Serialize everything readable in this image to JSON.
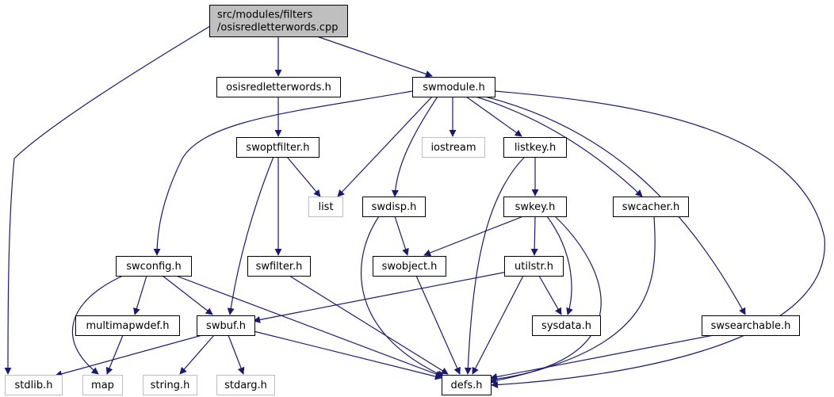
{
  "colors": {
    "edge": "#191970",
    "node_border": "#000000",
    "node_border_external": "#bfbfbf",
    "root_fill": "#bfbfbf",
    "node_fill": "#ffffff",
    "text": "#000000"
  },
  "nodes": [
    {
      "id": "root",
      "lines": [
        "src/modules/filters",
        "/osisredletterwords.cpp"
      ],
      "kind": "root"
    },
    {
      "id": "osisredletterwords_h",
      "lines": [
        "osisredletterwords.h"
      ],
      "kind": "internal"
    },
    {
      "id": "swmodule_h",
      "lines": [
        "swmodule.h"
      ],
      "kind": "internal"
    },
    {
      "id": "swoptfilter_h",
      "lines": [
        "swoptfilter.h"
      ],
      "kind": "internal"
    },
    {
      "id": "iostream",
      "lines": [
        "iostream"
      ],
      "kind": "external"
    },
    {
      "id": "listkey_h",
      "lines": [
        "listkey.h"
      ],
      "kind": "internal"
    },
    {
      "id": "list",
      "lines": [
        "list"
      ],
      "kind": "external"
    },
    {
      "id": "swdisp_h",
      "lines": [
        "swdisp.h"
      ],
      "kind": "internal"
    },
    {
      "id": "swkey_h",
      "lines": [
        "swkey.h"
      ],
      "kind": "internal"
    },
    {
      "id": "swcacher_h",
      "lines": [
        "swcacher.h"
      ],
      "kind": "internal"
    },
    {
      "id": "swconfig_h",
      "lines": [
        "swconfig.h"
      ],
      "kind": "internal"
    },
    {
      "id": "swfilter_h",
      "lines": [
        "swfilter.h"
      ],
      "kind": "internal"
    },
    {
      "id": "swobject_h",
      "lines": [
        "swobject.h"
      ],
      "kind": "internal"
    },
    {
      "id": "utilstr_h",
      "lines": [
        "utilstr.h"
      ],
      "kind": "internal"
    },
    {
      "id": "multimapwdef_h",
      "lines": [
        "multimapwdef.h"
      ],
      "kind": "internal"
    },
    {
      "id": "swbuf_h",
      "lines": [
        "swbuf.h"
      ],
      "kind": "internal"
    },
    {
      "id": "sysdata_h",
      "lines": [
        "sysdata.h"
      ],
      "kind": "internal"
    },
    {
      "id": "swsearchable_h",
      "lines": [
        "swsearchable.h"
      ],
      "kind": "internal"
    },
    {
      "id": "stdlib_h",
      "lines": [
        "stdlib.h"
      ],
      "kind": "external"
    },
    {
      "id": "map",
      "lines": [
        "map"
      ],
      "kind": "external"
    },
    {
      "id": "string_h",
      "lines": [
        "string.h"
      ],
      "kind": "external"
    },
    {
      "id": "stdarg_h",
      "lines": [
        "stdarg.h"
      ],
      "kind": "external"
    },
    {
      "id": "defs_h",
      "lines": [
        "defs.h"
      ],
      "kind": "internal"
    }
  ],
  "edges": [
    [
      "root",
      "stdlib_h"
    ],
    [
      "root",
      "osisredletterwords_h"
    ],
    [
      "root",
      "swmodule_h"
    ],
    [
      "osisredletterwords_h",
      "swoptfilter_h"
    ],
    [
      "swmodule_h",
      "swconfig_h"
    ],
    [
      "swmodule_h",
      "list"
    ],
    [
      "swmodule_h",
      "swdisp_h"
    ],
    [
      "swmodule_h",
      "iostream"
    ],
    [
      "swmodule_h",
      "listkey_h"
    ],
    [
      "swmodule_h",
      "swcacher_h"
    ],
    [
      "swmodule_h",
      "swsearchable_h"
    ],
    [
      "swmodule_h",
      "defs_h"
    ],
    [
      "swoptfilter_h",
      "list"
    ],
    [
      "swoptfilter_h",
      "swfilter_h"
    ],
    [
      "swoptfilter_h",
      "swbuf_h"
    ],
    [
      "listkey_h",
      "swkey_h"
    ],
    [
      "listkey_h",
      "defs_h"
    ],
    [
      "swdisp_h",
      "swobject_h"
    ],
    [
      "swdisp_h",
      "defs_h"
    ],
    [
      "swkey_h",
      "swobject_h"
    ],
    [
      "swkey_h",
      "utilstr_h"
    ],
    [
      "swkey_h",
      "sysdata_h"
    ],
    [
      "swkey_h",
      "defs_h"
    ],
    [
      "swcacher_h",
      "defs_h"
    ],
    [
      "swconfig_h",
      "map"
    ],
    [
      "swconfig_h",
      "multimapwdef_h"
    ],
    [
      "swconfig_h",
      "swbuf_h"
    ],
    [
      "swconfig_h",
      "defs_h"
    ],
    [
      "swfilter_h",
      "defs_h"
    ],
    [
      "swobject_h",
      "defs_h"
    ],
    [
      "utilstr_h",
      "swbuf_h"
    ],
    [
      "utilstr_h",
      "sysdata_h"
    ],
    [
      "utilstr_h",
      "defs_h"
    ],
    [
      "multimapwdef_h",
      "map"
    ],
    [
      "swbuf_h",
      "stdlib_h"
    ],
    [
      "swbuf_h",
      "string_h"
    ],
    [
      "swbuf_h",
      "stdarg_h"
    ],
    [
      "swbuf_h",
      "defs_h"
    ],
    [
      "swsearchable_h",
      "defs_h"
    ]
  ]
}
